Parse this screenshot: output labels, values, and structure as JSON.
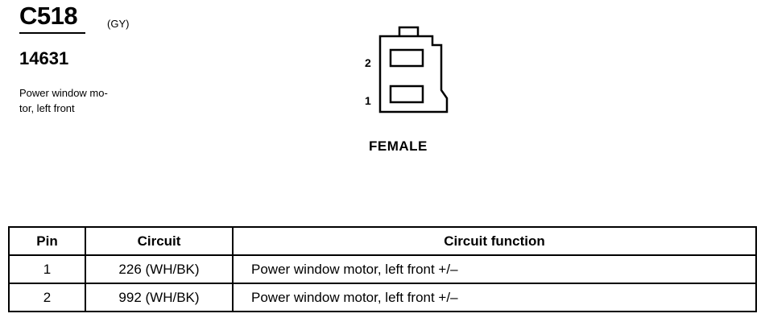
{
  "connector": {
    "id": "C518",
    "color": "(GY)",
    "part_number": "14631",
    "description": "Power window mo-\ntor, left front",
    "gender": "FEMALE",
    "pin_labels": [
      "2",
      "1"
    ]
  },
  "table": {
    "headers": [
      "Pin",
      "Circuit",
      "Circuit function"
    ],
    "rows": [
      {
        "pin": "1",
        "circuit": "226 (WH/BK)",
        "function": "Power window motor, left front +/–"
      },
      {
        "pin": "2",
        "circuit": "992 (WH/BK)",
        "function": "Power window motor, left front +/–"
      }
    ]
  }
}
